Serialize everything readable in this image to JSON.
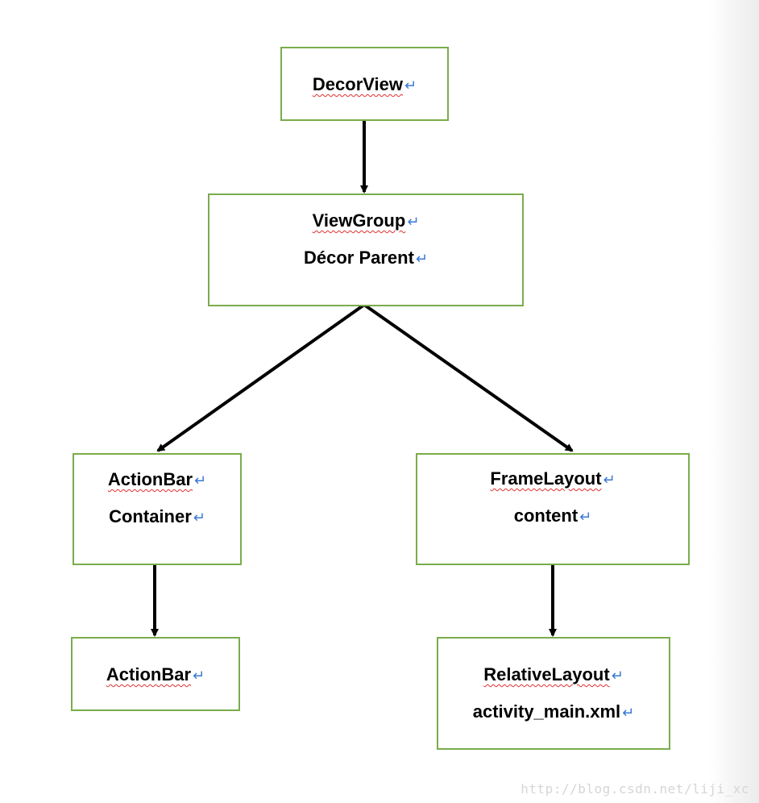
{
  "nodes": {
    "decorview": {
      "lines": [
        "DecorView"
      ]
    },
    "viewgroup": {
      "lines": [
        "ViewGroup",
        "Décor Parent"
      ]
    },
    "actionbar_container": {
      "lines": [
        "ActionBar",
        "Container"
      ]
    },
    "framelayout": {
      "lines": [
        "FrameLayout",
        "content"
      ]
    },
    "actionbar": {
      "lines": [
        "ActionBar"
      ]
    },
    "relativelayout": {
      "lines": [
        "RelativeLayout",
        "activity_main.xml"
      ]
    }
  },
  "paragraph_mark": "↵",
  "colors": {
    "box_border": "#7aac4b",
    "arrow": "#000000",
    "spell_underline": "#e03030",
    "paragraph_mark": "#3a78d6"
  },
  "watermark": "http://blog.csdn.net/liji_xc"
}
